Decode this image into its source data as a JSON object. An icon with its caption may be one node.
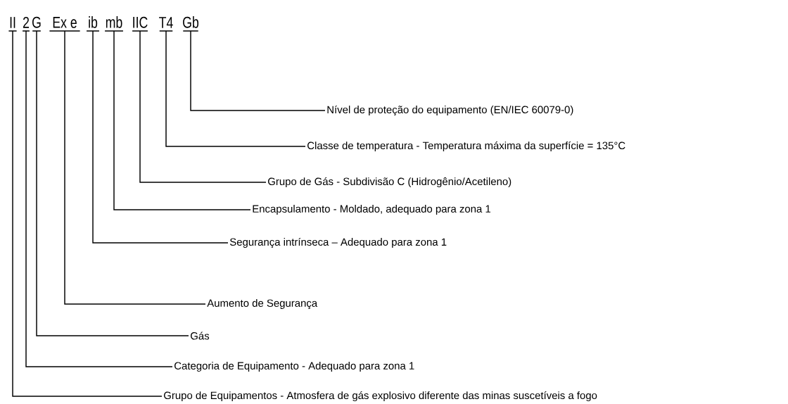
{
  "diagram": {
    "nodes": [
      {
        "text": [
          "II"
        ]
      },
      {
        "text": [
          "2"
        ]
      },
      {
        "text": [
          "G"
        ]
      },
      {
        "text": [
          "Ex e"
        ]
      },
      {
        "text": [
          "ib"
        ]
      },
      {
        "text": [
          "mb"
        ]
      },
      {
        "text": [
          "IIC"
        ]
      },
      {
        "text": [
          "T4"
        ]
      },
      {
        "text": [
          "Gb"
        ]
      },
      {
        "text": [
          "Nível de proteção do equipamento (EN/IEC 60079-0)"
        ]
      },
      {
        "text": [
          "Classe de temperatura - Temperatura máxima da superfície = 135°C"
        ]
      },
      {
        "text": [
          "Grupo de Gás - Subdivisão C (Hidrogênio/Acetileno)"
        ]
      },
      {
        "text": [
          "Encapsulamento - Moldado, adequado para zona 1"
        ]
      },
      {
        "text": [
          "Segurança intrínseca – Adequado para zona 1"
        ]
      },
      {
        "text": [
          "Aumento de Segurança"
        ]
      },
      {
        "text": [
          "Gás"
        ]
      },
      {
        "text": [
          "Categoria de Equipamento - Adequado para zona 1"
        ]
      },
      {
        "text": [
          "Grupo de Equipamentos - Atmosfera de gás explosivo diferente das minas suscetíveis a fogo"
        ]
      }
    ],
    "edges": [
      {
        "from": 9,
        "to": 8,
        "arrow": "none"
      },
      {
        "from": 10,
        "to": 7,
        "arrow": "none"
      },
      {
        "from": 11,
        "to": 6,
        "arrow": "none"
      },
      {
        "from": 12,
        "to": 5,
        "arrow": "none"
      },
      {
        "from": 13,
        "to": 4,
        "arrow": "none"
      },
      {
        "from": 14,
        "to": 3,
        "arrow": "none"
      },
      {
        "from": 15,
        "to": 2,
        "arrow": "none"
      },
      {
        "from": 16,
        "to": 1,
        "arrow": "none"
      },
      {
        "from": 17,
        "to": 0,
        "arrow": "none"
      }
    ]
  }
}
